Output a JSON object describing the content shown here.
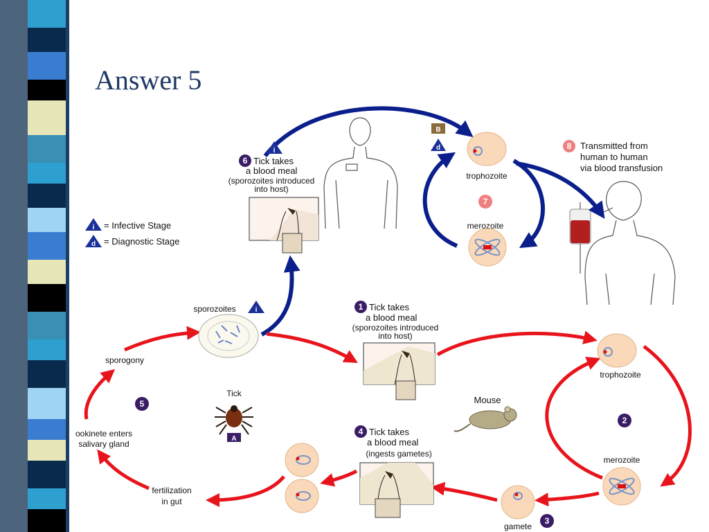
{
  "slide": {
    "title": "Answer 5"
  },
  "legend": {
    "infective": {
      "letter": "i",
      "text": "= Infective Stage"
    },
    "diagnostic": {
      "letter": "d",
      "text": "= Diagnostic Stage"
    }
  },
  "human_cycle": {
    "box_letter": "B",
    "step6": {
      "num": "6",
      "title1": "Tick takes",
      "title2": "a blood meal",
      "note1": "(sporozoites introduced",
      "note2": "into host)"
    },
    "trophozoite": "trophozoite",
    "merozoite": "merozoite",
    "step7": {
      "num": "7"
    },
    "step8": {
      "num": "8",
      "line1": "Transmitted from",
      "line2": "human to human",
      "line3": "via blood transfusion"
    }
  },
  "tick_cycle": {
    "sporozoites": "sporozoites",
    "sporogony": "sporogony",
    "step5": {
      "num": "5"
    },
    "tick": {
      "label": "Tick",
      "box_letter": "A"
    },
    "ookinete1": "ookinete enters",
    "ookinete2": "salivary gland",
    "fertilization1": "fertilization",
    "fertilization2": "in gut",
    "step1": {
      "num": "1",
      "title1": "Tick takes",
      "title2": "a blood meal",
      "note1": "(sporozoites introduced",
      "note2": "into host)"
    },
    "step4": {
      "num": "4",
      "title1": "Tick takes",
      "title2": "a blood meal",
      "note1": "(ingests gametes)"
    },
    "mouse": "Mouse",
    "trophozoite": "trophozoite",
    "merozoite": "merozoite",
    "step2": {
      "num": "2"
    },
    "step3": {
      "num": "3"
    },
    "gamete": "gamete"
  },
  "colors": {
    "blue_arrow": "#0b1f8c",
    "red_arrow": "#e8141c",
    "badge": "#3b1d66",
    "cell": "#f9d9b9",
    "triangle": "#1a2f9a",
    "title": "#1f3864"
  }
}
